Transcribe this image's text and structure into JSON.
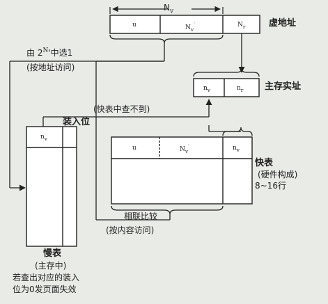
{
  "virtual_address": {
    "top_label": "N",
    "top_label_sub": "v",
    "field_u": "u",
    "field_nv": "N",
    "field_nv_sup": "v",
    "field_nv_prime": "′",
    "field_nr": "N",
    "field_nr_sub": "r",
    "caption": "虚地址"
  },
  "select_from": {
    "line1": "由 2",
    "sup": "N",
    "line1_rest": "'中选1",
    "line2": "(按地址访问)"
  },
  "main_real_address": {
    "field_nv": "n",
    "field_nv_sub": "v",
    "field_nr": "n",
    "field_nr_sub": "r",
    "caption": "主存实址"
  },
  "tlb_miss": "(快表中查不到)",
  "load_bit": "装入位",
  "page_table": {
    "entry": "n",
    "entry_sub": "v",
    "caption_line1": "慢表",
    "caption_line2": "(主存中)",
    "caption_line3": "若查出对应的装入",
    "caption_line4": "位为0发页面失效"
  },
  "tlb": {
    "field_u": "u",
    "field_nv": "N",
    "field_nv_sup": "v",
    "field_nv_prime": "′",
    "field_nr": "n",
    "field_nr_sub": "v",
    "caption_line1": "快表",
    "caption_line2": "(硬件构成)",
    "caption_line3": "8~16行"
  },
  "associative": {
    "line1": "相联比较",
    "line2": "(按内容访问)"
  }
}
